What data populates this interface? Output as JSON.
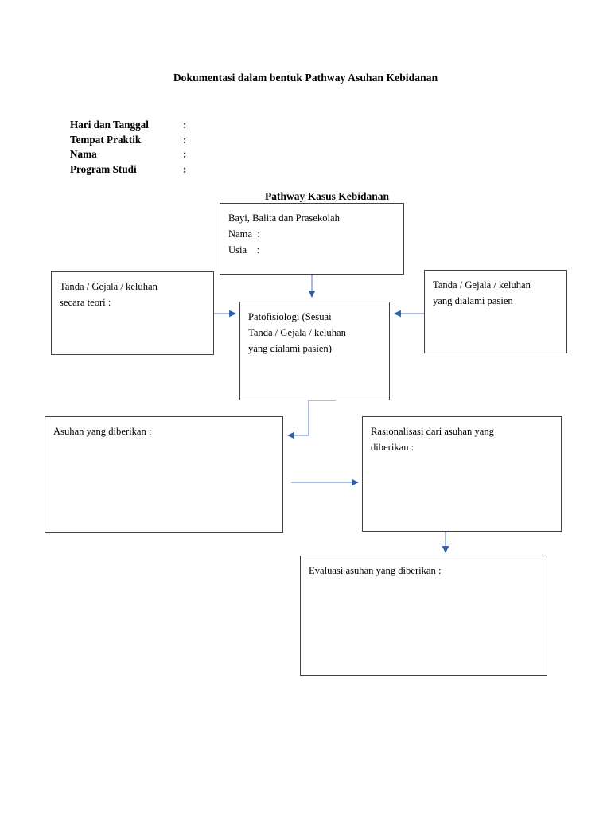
{
  "document": {
    "title": "Dokumentasi dalam bentuk Pathway Asuhan Kebidanan",
    "section_title": "Pathway Kasus Kebidanan"
  },
  "header_fields": [
    {
      "label": "Hari dan Tanggal",
      "separator": ":",
      "value": ""
    },
    {
      "label": "Tempat Praktik",
      "separator": ":",
      "value": ""
    },
    {
      "label": "Nama",
      "separator": ":",
      "value": ""
    },
    {
      "label": "Program Studi",
      "separator": ":",
      "value": ""
    }
  ],
  "nodes": {
    "bayi": {
      "line1": "Bayi, Balita dan Prasekolah",
      "line2": "Nama  :",
      "line3": "Usia    :"
    },
    "tanda_teori": {
      "line1": "Tanda / Gejala / keluhan",
      "line2": "secara teori :"
    },
    "tanda_pasien": {
      "line1": "Tanda / Gejala / keluhan",
      "line2": "yang dialami pasien"
    },
    "patofisiologi": {
      "line1": "Patofisiologi (Sesuai",
      "line2": "Tanda / Gejala / keluhan",
      "line3": "yang dialami pasien)"
    },
    "asuhan": {
      "line1": "Asuhan yang diberikan :"
    },
    "rasionalisasi": {
      "line1": "Rasionalisasi dari asuhan yang",
      "line2": "diberikan :"
    },
    "evaluasi": {
      "line1": "Evaluasi asuhan yang diberikan :"
    }
  },
  "connectors": [
    {
      "name": "bayi-to-patofisiologi",
      "direction": "down"
    },
    {
      "name": "tanda-teori-to-patofisiologi",
      "direction": "right"
    },
    {
      "name": "tanda-pasien-to-patofisiologi",
      "direction": "left"
    },
    {
      "name": "patofisiologi-to-asuhan",
      "direction": "elbow-left"
    },
    {
      "name": "asuhan-to-rasionalisasi",
      "direction": "right"
    },
    {
      "name": "rasionalisasi-to-evaluasi",
      "direction": "down"
    }
  ],
  "colors": {
    "connector_line": "#8faadc",
    "connector_head": "#2e5fa3",
    "box_border": "#404040",
    "text": "#000000",
    "page_background": "#ffffff"
  }
}
